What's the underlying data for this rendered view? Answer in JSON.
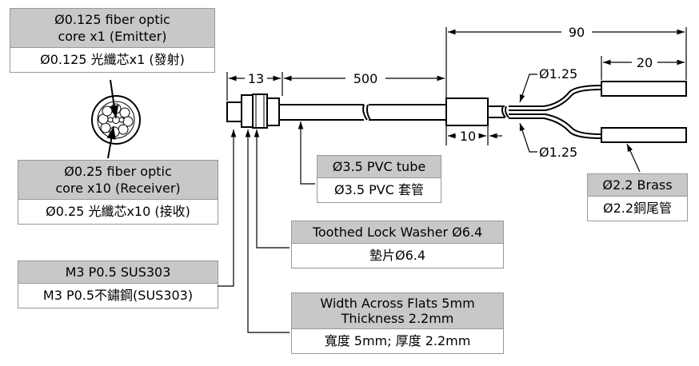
{
  "labels": {
    "emitter": {
      "en": "Ø0.125 fiber optic\ncore x1 (Emitter)",
      "zh": "Ø0.125 光纖芯x1 (發射)"
    },
    "receiver": {
      "en": "Ø0.25 fiber optic\ncore x10 (Receiver)",
      "zh": "Ø0.25 光纖芯x10 (接收)"
    },
    "pvc": {
      "en": "Ø3.5 PVC tube",
      "zh": "Ø3.5 PVC 套管"
    },
    "brass": {
      "en": "Ø2.2 Brass",
      "zh": "Ø2.2銅尾管"
    },
    "washer": {
      "en": "Toothed Lock Washer Ø6.4",
      "zh": "墊片Ø6.4"
    },
    "thread": {
      "en": "M3 P0.5 SUS303",
      "zh": "M3 P0.5不鏽鋼(SUS303)"
    },
    "nut": {
      "en": "Width Across Flats 5mm\nThickness 2.2mm",
      "zh": "寬度 5mm; 厚度 2.2mm"
    }
  },
  "dimensions": {
    "d13": "13",
    "d500": "500",
    "d90": "90",
    "d20": "20",
    "d10": "10",
    "dia_top": "Ø1.25",
    "dia_bottom": "Ø1.25"
  },
  "colors": {
    "header": "#c8c8c8",
    "line": "#000000"
  }
}
